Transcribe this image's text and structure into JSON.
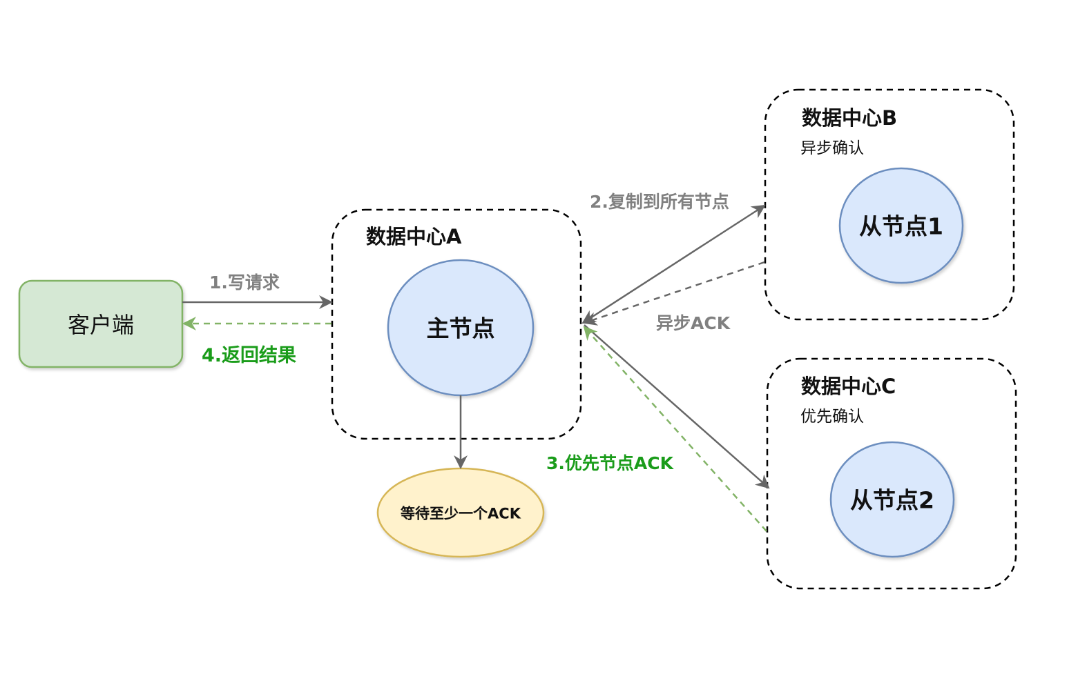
{
  "client": {
    "label": "客户端"
  },
  "datacenters": {
    "a": {
      "title": "数据中心A",
      "node": "主节点"
    },
    "b": {
      "title": "数据中心B",
      "subtitle": "异步确认",
      "node": "从节点1"
    },
    "c": {
      "title": "数据中心C",
      "subtitle": "优先确认",
      "node": "从节点2"
    }
  },
  "wait_node": {
    "label": "等待至少一个ACK"
  },
  "edges": {
    "write_request": "1.写请求",
    "replicate_all": "2.复制到所有节点",
    "async_ack": "异步ACK",
    "priority_ack": "3.优先节点ACK",
    "return_result": "4.返回结果"
  },
  "colors": {
    "client_fill": "#d5e8d4",
    "client_stroke": "#82b366",
    "node_fill": "#dae8fc",
    "node_stroke": "#6c8ebf",
    "wait_fill": "#fff2cc",
    "wait_stroke": "#d6b656",
    "arrow_gray": "#666666",
    "arrow_green": "#82b366",
    "label_gray": "#808080",
    "label_green": "#1a9c1a"
  }
}
